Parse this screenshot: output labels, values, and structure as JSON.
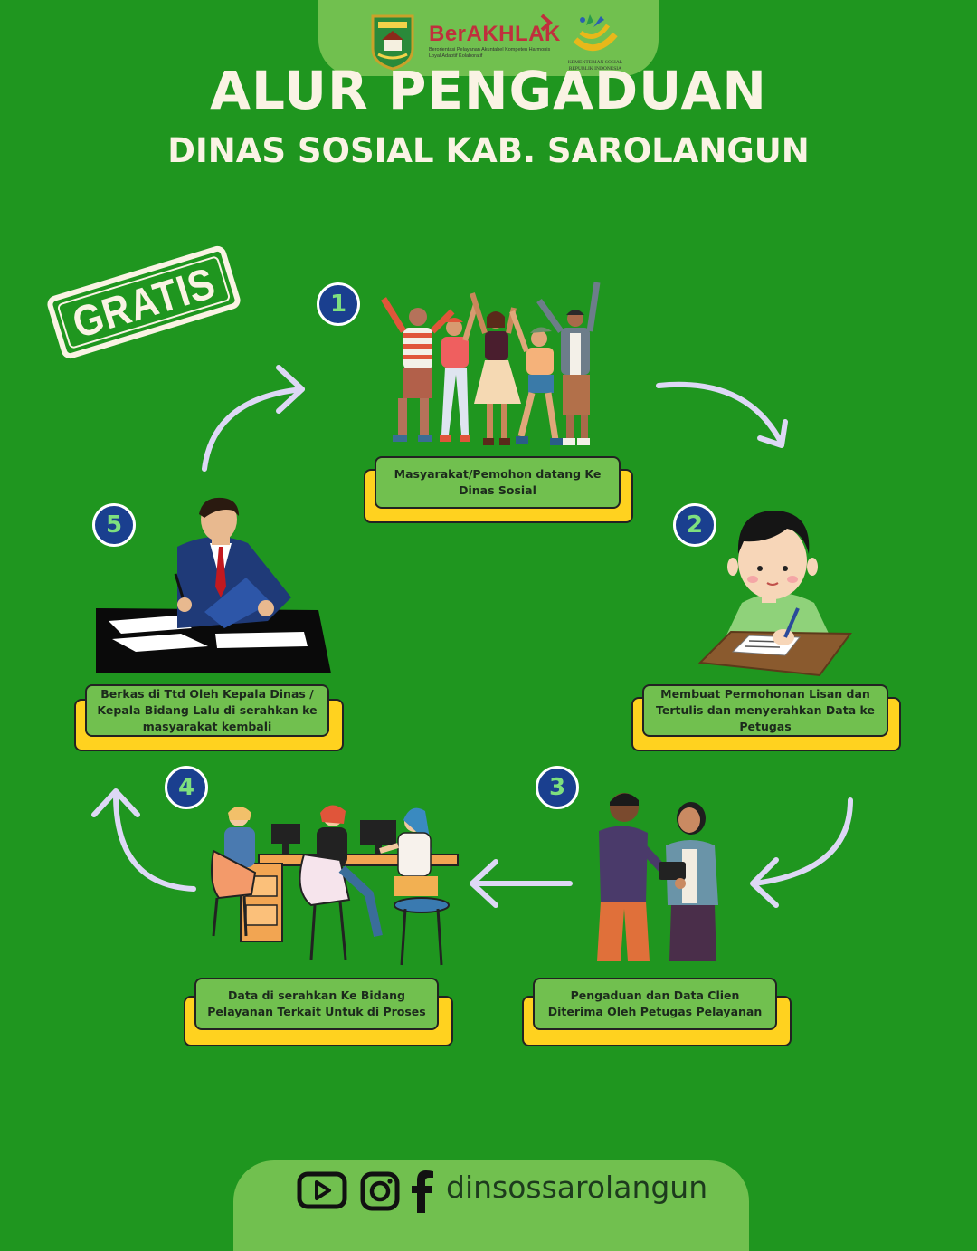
{
  "header": {
    "berakhlak_brand": "BerAKHLAK",
    "berakhlak_tagline": "Berorientasi Pelayanan Akuntabel Kompeten Harmonis Loyal Adaptif Kolaboratif",
    "kemensos_name": "KEMENTERIAN SOSIAL REPUBLIK INDONESIA"
  },
  "title": "ALUR PENGADUAN",
  "subtitle": "DINAS SOSIAL KAB. SAROLANGUN",
  "stamp": "GRATIS",
  "steps": [
    {
      "number": "1",
      "caption": "Masyarakat/Pemohon datang Ke Dinas Sosial"
    },
    {
      "number": "2",
      "caption": "Membuat Permohonan Lisan dan Tertulis dan menyerahkan Data ke Petugas"
    },
    {
      "number": "3",
      "caption": "Pengaduan dan Data Clien Diterima Oleh Petugas Pelayanan"
    },
    {
      "number": "4",
      "caption": "Data di serahkan Ke Bidang Pelayanan Terkait Untuk di Proses"
    },
    {
      "number": "5",
      "caption": "Berkas di Ttd Oleh Kepala Dinas / Kepala Bidang Lalu di serahkan ke masyarakat kembali"
    }
  ],
  "footer": {
    "handle": "dinsossarolangun",
    "icons": [
      "youtube-icon",
      "instagram-icon",
      "facebook-icon"
    ]
  },
  "colors": {
    "background": "#1f961f",
    "panel": "#71c04f",
    "caption_shadow": "#ffd21f",
    "badge": "#1a3f8f",
    "title": "#faf3e4",
    "arrow": "#ddd8f5"
  }
}
